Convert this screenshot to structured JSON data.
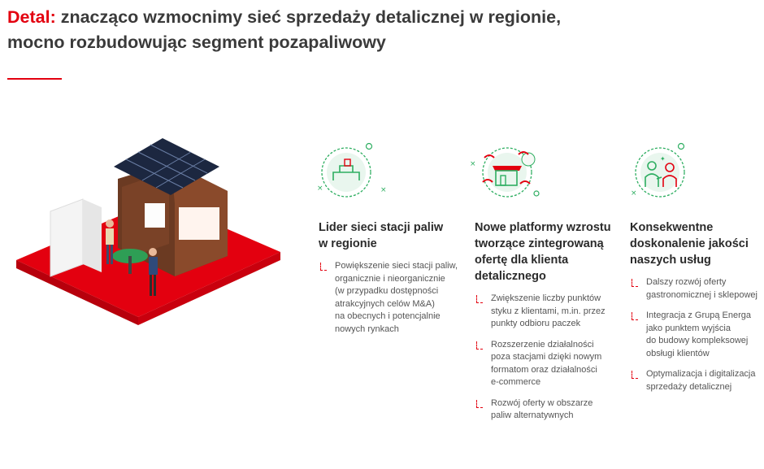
{
  "headline": {
    "accent": "Detal:",
    "line1": "znacząco wzmocnimy sieć sprzedaży detalicznej w regionie,",
    "line2": "mocno rozbudowując segment pozapaliwowy"
  },
  "columns": [
    {
      "icon": "station-icon",
      "title_lines": [
        "Lider sieci stacji paliw",
        "w regionie"
      ],
      "bullets": [
        [
          "Powiększenie sieci stacji paliw,",
          "organicznie i nieorganicznie",
          "(w przypadku dostępności",
          "atrakcyjnych celów M&A)",
          "na obecnych i potencjalnie",
          "nowych rynkach"
        ]
      ]
    },
    {
      "icon": "platform-store-icon",
      "title_lines": [
        "Nowe platformy wzrostu",
        "tworzące zintegrowaną",
        "ofertę dla klienta",
        "detalicznego"
      ],
      "bullets": [
        [
          "Zwiększenie liczby punktów",
          "styku z klientami, m.in. przez",
          "punkty odbioru paczek"
        ],
        [
          "Rozszerzenie działalności",
          "poza stacjami dzięki nowym",
          "formatom oraz działalności",
          "e-commerce"
        ],
        [
          "Rozwój oferty w obszarze",
          "paliw alternatywnych"
        ]
      ]
    },
    {
      "icon": "customer-service-icon",
      "title_lines": [
        "Konsekwentne",
        "doskonalenie jakości",
        "naszych usług"
      ],
      "bullets": [
        [
          "Dalszy rozwój oferty",
          "gastronomicznej i sklepowej"
        ],
        [
          "Integracja z Grupą Energa",
          "jako punktem wyjścia",
          "do budowy kompleksowej",
          "obsługi klientów"
        ],
        [
          "Optymalizacja i digitalizacja",
          "sprzedaży detalicznej"
        ]
      ]
    }
  ],
  "colors": {
    "accent": "#e3000f",
    "icon_green": "#2eae61",
    "platform_red": "#e3000f"
  }
}
